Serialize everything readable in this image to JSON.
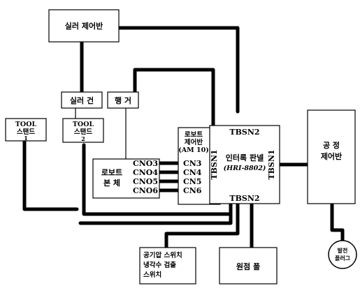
{
  "boxes": {
    "sealer_panel": "실러 제어반",
    "sealer_gun": "실러 건",
    "hanger": "행 거",
    "tool_stand_1": [
      "TOOL",
      "스탠드",
      "1"
    ],
    "tool_stand_2": [
      "TOOL",
      "스탠드",
      "2"
    ],
    "robot_body": [
      "로보트",
      "본  체"
    ],
    "robot_controller": [
      "로보트",
      "제어반",
      "(AM 10)"
    ],
    "interlock_panel": [
      "인터록 판넬",
      "(HRI-8802)"
    ],
    "process_panel": [
      "공  정",
      "제어반"
    ],
    "air_switch": [
      "공기압 스위치",
      "냉각수 검출",
      "스위치"
    ],
    "weld_pole": "원점 폴",
    "plug": [
      "발전",
      "플러그"
    ]
  },
  "connectors": {
    "left": [
      "CNO3",
      "CNO4",
      "CNO5",
      "CNO6"
    ],
    "right": [
      "CN3",
      "CN4",
      "CN5",
      "CN6"
    ]
  },
  "labels": {
    "tbsn2_top": "TBSN2",
    "tbsn2_bottom": "TBSN2",
    "tbsn1_left": "TBSN1",
    "tbsn1_right": "TBSN1"
  }
}
